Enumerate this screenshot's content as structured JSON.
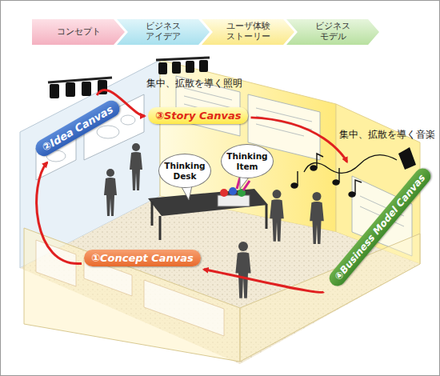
{
  "diagram": {
    "nodes": [
      {
        "text": [
          "コンセプト"
        ]
      },
      {
        "text": [
          "ビジネス アイデア"
        ]
      },
      {
        "text": [
          "ユーザ体験 ストーリー"
        ]
      },
      {
        "text": [
          "ビジネス モデル"
        ]
      },
      {
        "text": [
          "②Idea Canvas"
        ]
      },
      {
        "text": [
          "③Story Canvas"
        ]
      },
      {
        "text": [
          "④Business Model Canvas"
        ]
      },
      {
        "text": [
          "①Concept Canvas"
        ]
      },
      {
        "text": [
          "Thinking Desk"
        ]
      },
      {
        "text": [
          "Thinking Item"
        ]
      }
    ],
    "edges": [
      {
        "from": 7,
        "to": 4,
        "arrow": "to"
      },
      {
        "from": 4,
        "to": 5,
        "arrow": "to"
      },
      {
        "from": 5,
        "to": 6,
        "arrow": "to"
      },
      {
        "from": 6,
        "to": 7,
        "arrow": "to"
      }
    ],
    "labels": [
      "集中、拡散を導く照明",
      "集中、拡散を導く音楽"
    ]
  }
}
